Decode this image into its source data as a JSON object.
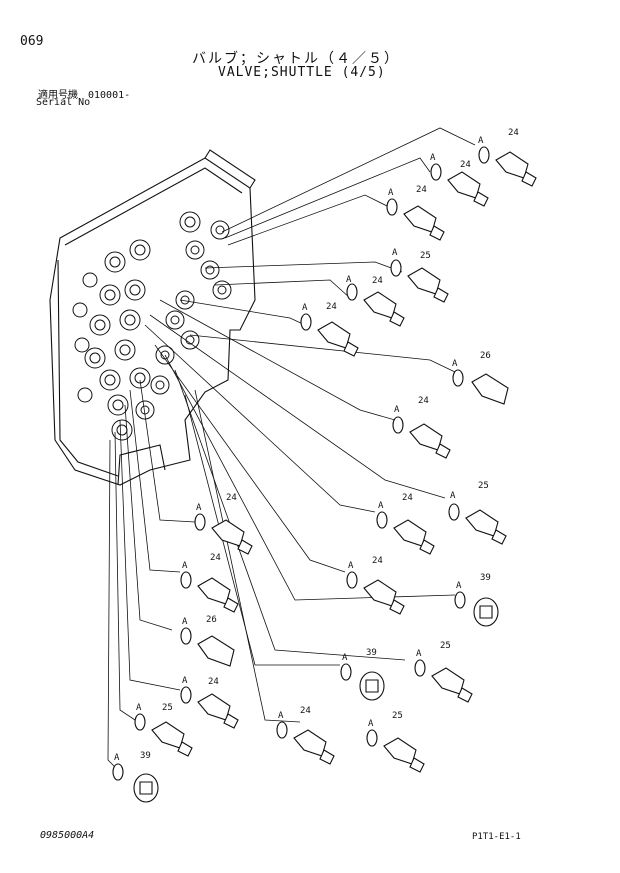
{
  "page_number": "069",
  "title_jp": "バルブ；シャトル（４／５）",
  "title_en": "VALVE;SHUTTLE (4/5)",
  "serial_jp": "適用号機　010001-",
  "serial_en": "Serial No",
  "doc_code": "0985000A4",
  "ref_code": "P1T1-E1-1",
  "callouts": [
    {
      "a": "A",
      "num": "24"
    },
    {
      "a": "A",
      "num": "24"
    },
    {
      "a": "A",
      "num": "24"
    },
    {
      "a": "A",
      "num": "25"
    },
    {
      "a": "A",
      "num": "24"
    },
    {
      "a": "A",
      "num": "24"
    },
    {
      "a": "A",
      "num": "26"
    },
    {
      "a": "A",
      "num": "24"
    },
    {
      "a": "A",
      "num": "24"
    },
    {
      "a": "A",
      "num": "25"
    },
    {
      "a": "A",
      "num": "24"
    },
    {
      "a": "A",
      "num": "24"
    },
    {
      "a": "A",
      "num": "24"
    },
    {
      "a": "A",
      "num": "39"
    },
    {
      "a": "A",
      "num": "26"
    },
    {
      "a": "A",
      "num": "39"
    },
    {
      "a": "A",
      "num": "25"
    },
    {
      "a": "A",
      "num": "24"
    },
    {
      "a": "A",
      "num": "25"
    },
    {
      "a": "A",
      "num": "24"
    },
    {
      "a": "A",
      "num": "25"
    },
    {
      "a": "A",
      "num": "39"
    }
  ],
  "colors": {
    "ink": "#111111",
    "paper": "#ffffff"
  }
}
